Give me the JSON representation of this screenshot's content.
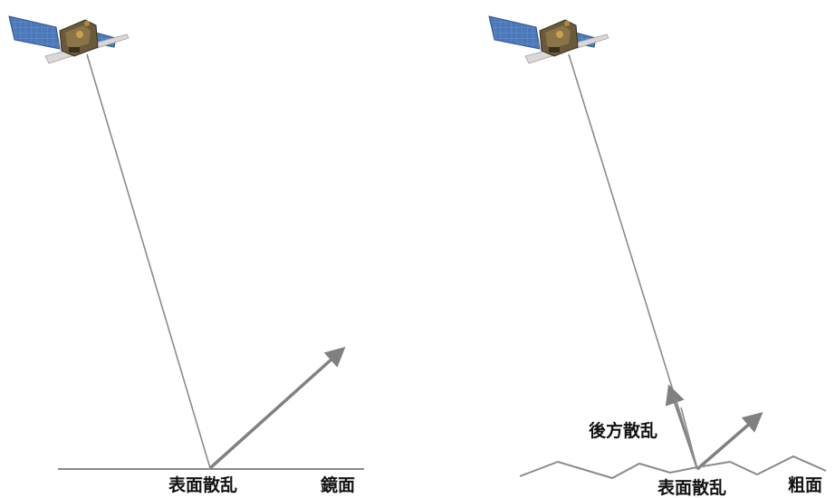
{
  "panels": [
    {
      "id": "specular",
      "scatter_label": "表面散乱",
      "surface_label": "鏡面"
    },
    {
      "id": "rough",
      "scatter_label": "表面散乱",
      "surface_label": "粗面",
      "backscatter_label": "後方散乱"
    }
  ],
  "colors": {
    "line": "#8a8a8a",
    "arrow": "#808080",
    "panel": "#4a78b8",
    "panel_dark": "#2d5290",
    "body": "#6b5a3a",
    "body_dark": "#3a2f1e",
    "text": "#111111"
  },
  "icons": [
    "satellite-icon",
    "arrow-icon"
  ]
}
